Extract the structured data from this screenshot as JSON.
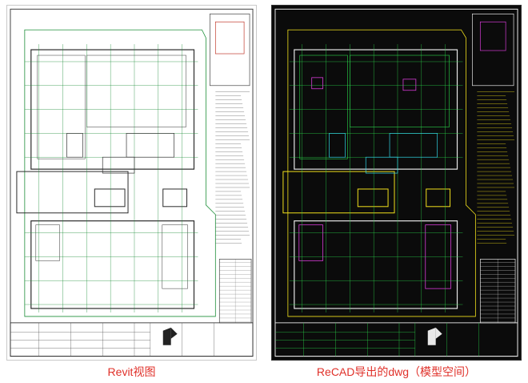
{
  "captions": {
    "left": "Revit视图",
    "right": "ReCAD导出的dwg（模型空间）"
  },
  "colors": {
    "caption": "#e0312a",
    "revit_background": "#ffffff",
    "dwg_background": "#0b0b0b",
    "revit_line": "#3a3a3a",
    "revit_grid": "#1e8f3a",
    "dwg_yellow": "#f2e11c",
    "dwg_green": "#2bd94a",
    "dwg_magenta": "#d63bd6",
    "dwg_cyan": "#33d6e6",
    "dwg_white": "#e8e8e8"
  },
  "icons": {
    "revit_logo": "revit-r-logo",
    "dwg_logo": "cad-r-logo"
  }
}
